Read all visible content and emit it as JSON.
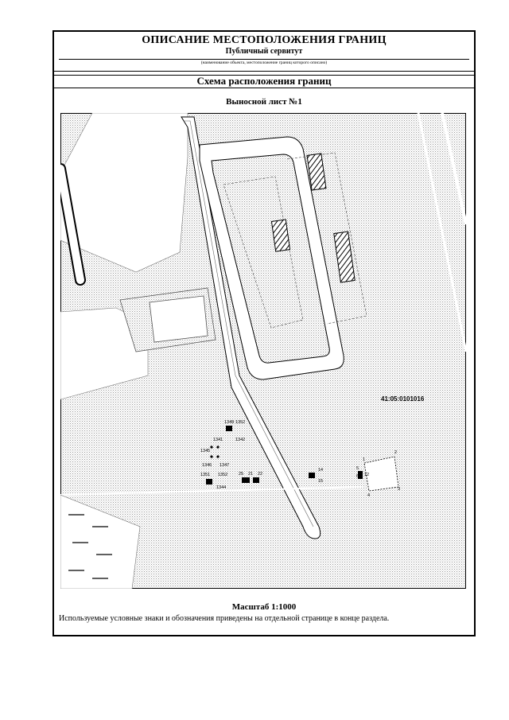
{
  "document": {
    "title": "ОПИСАНИЕ МЕСТОПОЛОЖЕНИЯ ГРАНИЦ",
    "object_name": "Публичный сервитут",
    "object_caption": "(наименование объекта, местоположение границ которого описано)",
    "section_title": "Схема расположения границ",
    "sheet_title": "Выносной лист №1",
    "scale": "Масштаб 1:1000",
    "legend_note": "Используемые условные знаки и обозначения приведены на отдельной странице в конце раздела."
  },
  "map": {
    "cadastral_labels": [
      "41:05:0101016"
    ],
    "point_labels": [
      "1349",
      "1352",
      "1341",
      "1342",
      "1345",
      "1346",
      "1347",
      "1351",
      "1352",
      "1344",
      "25",
      "21",
      "22",
      "14",
      "15",
      "1",
      "2",
      "3",
      "4",
      "5",
      "6",
      "12"
    ]
  }
}
